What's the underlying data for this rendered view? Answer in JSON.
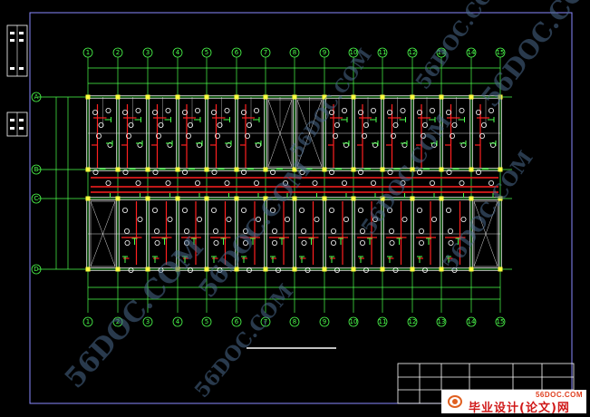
{
  "viewer": {
    "title": "CAD plumbing plan drawing (screenshot)",
    "colors": {
      "background": "#000000",
      "frame": "#8a8aff",
      "grid_line": "#4cff4c",
      "wall": "#d8d8d8",
      "pipe_red": "#ff2020",
      "column": "#ffff40",
      "watermark": "#4b6a8c",
      "brand_red": "#d01818"
    }
  },
  "drawing": {
    "column_axes": [
      "1",
      "2",
      "3",
      "4",
      "5",
      "6",
      "7",
      "8",
      "9",
      "10",
      "11",
      "12",
      "13",
      "14",
      "15"
    ],
    "row_axes": [
      "A",
      "B",
      "C",
      "D"
    ],
    "stair_bays": [
      "top-bay-7-8",
      "top-bay-8-9",
      "bottom-bay-1-2",
      "bottom-bay-14-15"
    ],
    "icons": [
      "fixture-circle-icon",
      "column-square-icon",
      "stair-cross-icon"
    ]
  },
  "watermarks": {
    "text": "56DOC.COM"
  },
  "brand": {
    "site": "56DOC.COM",
    "name": "毕业设计(论文)网",
    "logo_icon": "swirl-logo-icon"
  }
}
